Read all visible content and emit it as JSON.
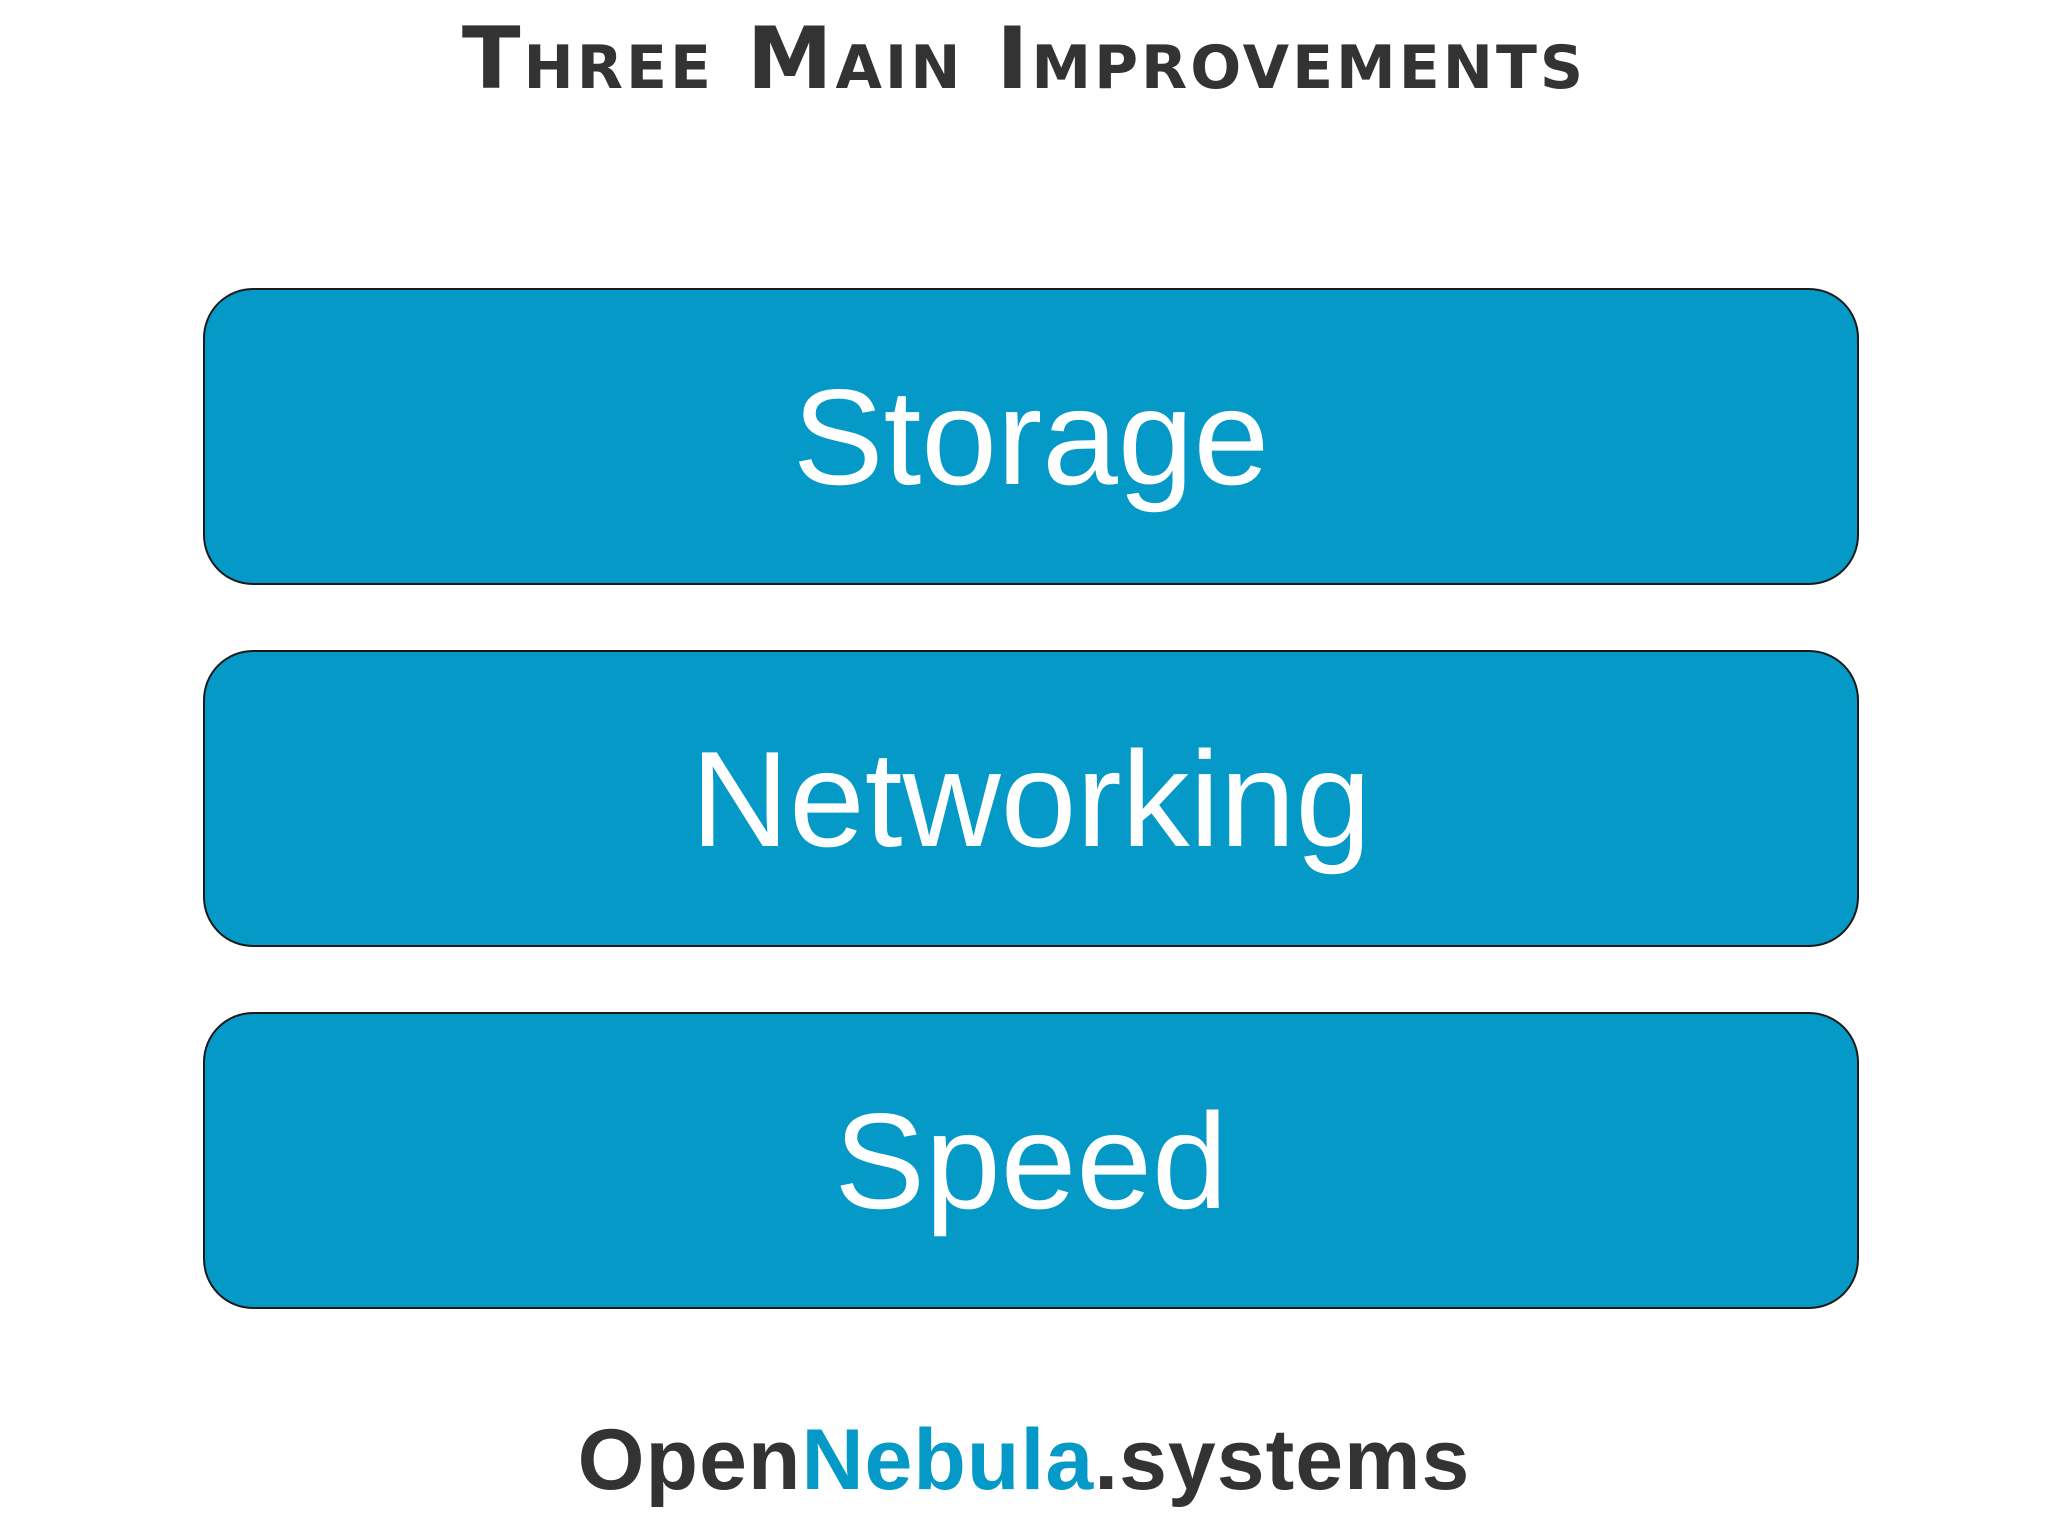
{
  "title": "Three Main Improvements",
  "items": [
    {
      "label": "Storage"
    },
    {
      "label": "Networking"
    },
    {
      "label": "Speed"
    }
  ],
  "footer": {
    "part1": "Open",
    "part2": "Nebula",
    "part3": ".systems"
  },
  "colors": {
    "box_fill": "#0499c6",
    "title_text": "#333333",
    "accent": "#0499c6"
  }
}
